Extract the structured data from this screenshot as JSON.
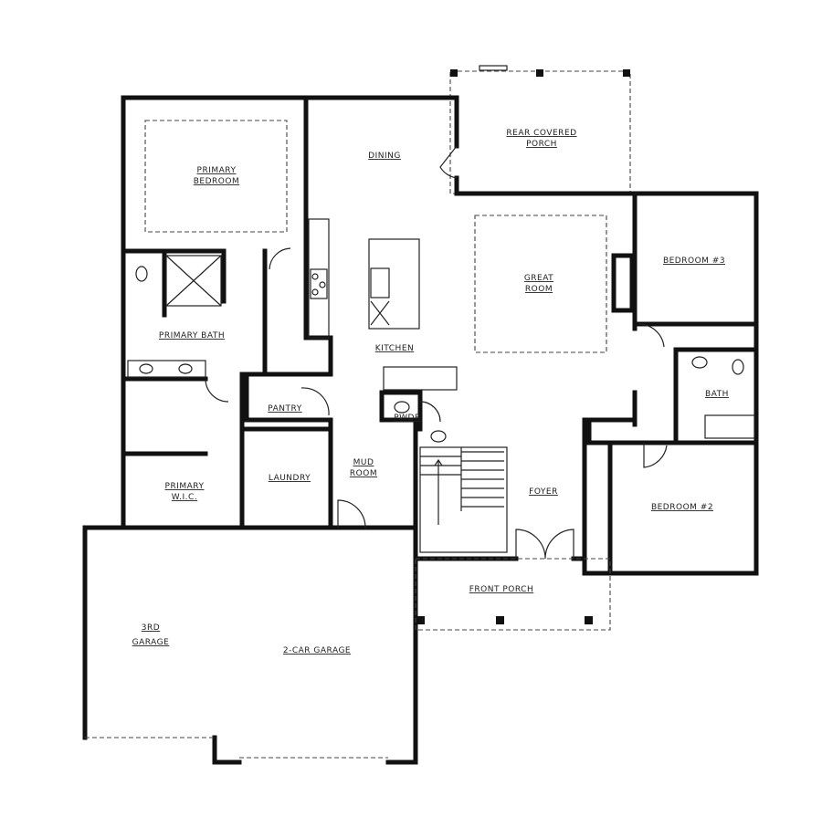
{
  "plan": {
    "rooms": {
      "primary_bedroom": [
        "PRIMARY",
        "BEDROOM"
      ],
      "dining": "DINING",
      "rear_covered_porch": [
        "REAR COVERED",
        "PORCH"
      ],
      "great_room": [
        "GREAT",
        "ROOM"
      ],
      "bedroom_3": "BEDROOM #3",
      "primary_bath": "PRIMARY BATH",
      "kitchen": "KITCHEN",
      "bath": "BATH",
      "pantry": "PANTRY",
      "powder": "PWDR",
      "mud_room": [
        "MUD",
        "ROOM"
      ],
      "laundry": "LAUNDRY",
      "primary_wic": [
        "PRIMARY",
        "W.I.C."
      ],
      "foyer": "FOYER",
      "bedroom_2": "BEDROOM #2",
      "front_porch": "FRONT PORCH",
      "third_garage": [
        "3RD",
        "GARAGE"
      ],
      "two_car_garage": "2-CAR GARAGE"
    }
  }
}
